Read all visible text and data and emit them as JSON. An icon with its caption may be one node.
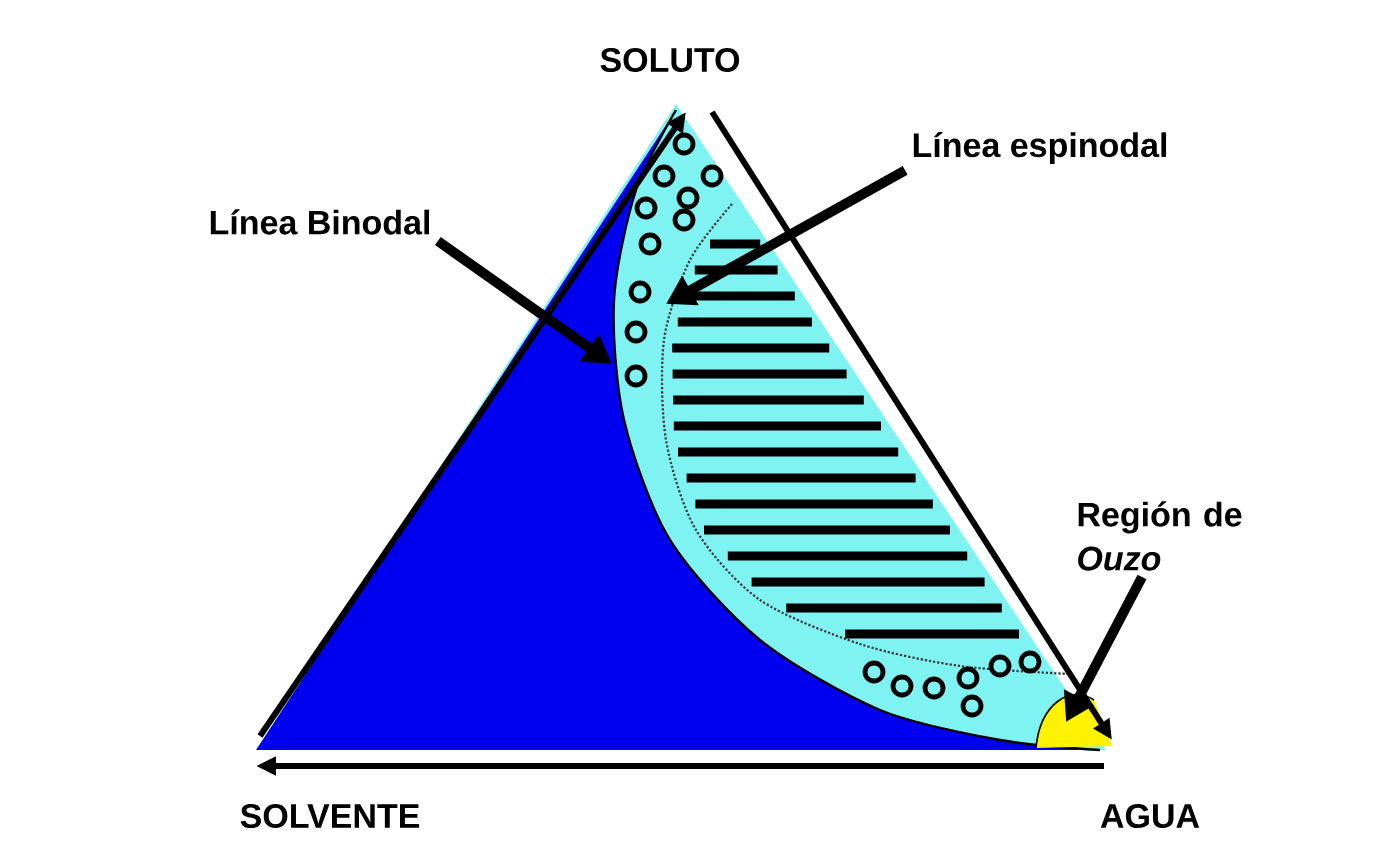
{
  "diagram": {
    "nodes": [
      {
        "text": [
          "Línea Binodal"
        ]
      },
      {
        "text": [
          "Línea espinodal"
        ]
      },
      {
        "text": [
          "Región de *Ouzo*"
        ]
      }
    ],
    "edges": [
      {
        "from": 0,
        "to": null,
        "arrow": "to"
      },
      {
        "from": 1,
        "to": null,
        "arrow": "to"
      },
      {
        "from": 2,
        "to": null,
        "arrow": "to"
      }
    ],
    "labels": [
      "SOLUTO",
      "SOLVENTE",
      "AGUA"
    ]
  }
}
